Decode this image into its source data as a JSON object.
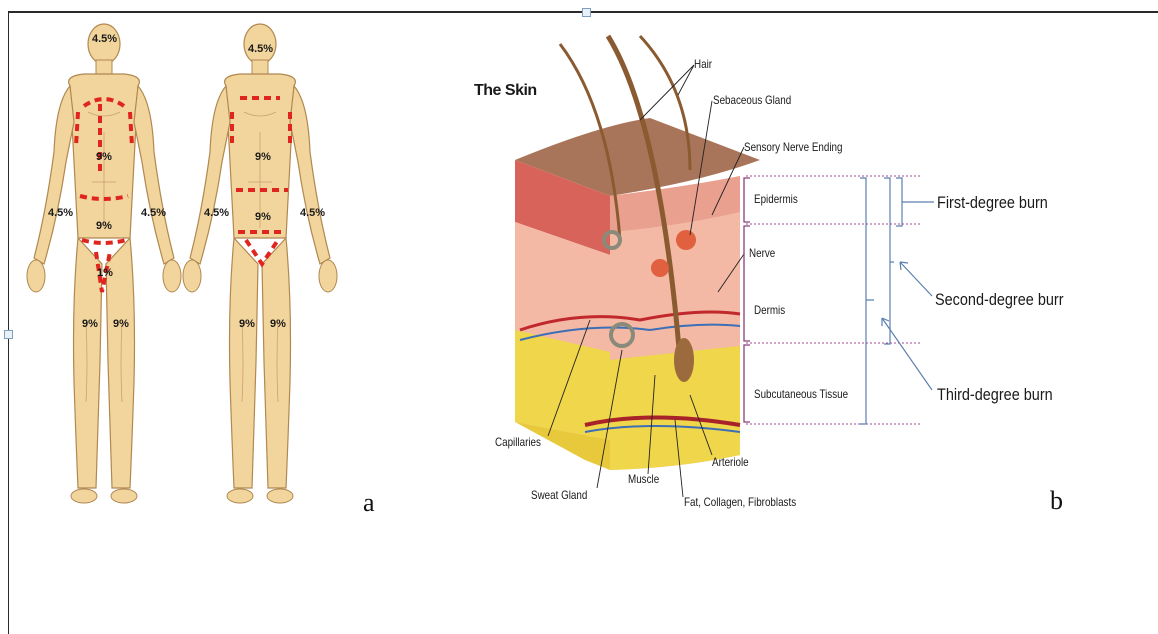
{
  "panel_a": {
    "letter": "a",
    "front": {
      "head": "4.5%",
      "chest": "9%",
      "abdomen": "9%",
      "left_arm": "4.5%",
      "right_arm": "4.5%",
      "groin": "1%",
      "left_leg": "9%",
      "right_leg": "9%"
    },
    "back": {
      "head": "4.5%",
      "upper_back": "9%",
      "lower_back": "9%",
      "left_arm": "4.5%",
      "right_arm": "4.5%",
      "left_leg": "9%",
      "right_leg": "9%"
    }
  },
  "panel_b": {
    "letter": "b",
    "title": "The Skin",
    "labels": {
      "hair": "Hair",
      "sebaceous_gland": "Sebaceous Gland",
      "sensory_nerve": "Sensory Nerve Ending",
      "epidermis": "Epidermis",
      "nerve": "Nerve",
      "dermis": "Dermis",
      "subcutaneous": "Subcutaneous Tissue",
      "capillaries": "Capillaries",
      "sweat_gland": "Sweat Gland",
      "muscle": "Muscle",
      "arteriole": "Arteriole",
      "fat": "Fat, Collagen, Fibroblasts"
    },
    "burns": {
      "first": "First-degree burn",
      "second": "Second-degree burr",
      "third": "Third-degree burn"
    }
  },
  "colors": {
    "skin": "#f2d59c",
    "outline": "#b08850",
    "burn_dash": "#e0241e",
    "epidermis": "#e9a08e",
    "dermis": "#f3b9a4",
    "fat": "#f0d64a",
    "bracket": "#5b7fb0"
  }
}
